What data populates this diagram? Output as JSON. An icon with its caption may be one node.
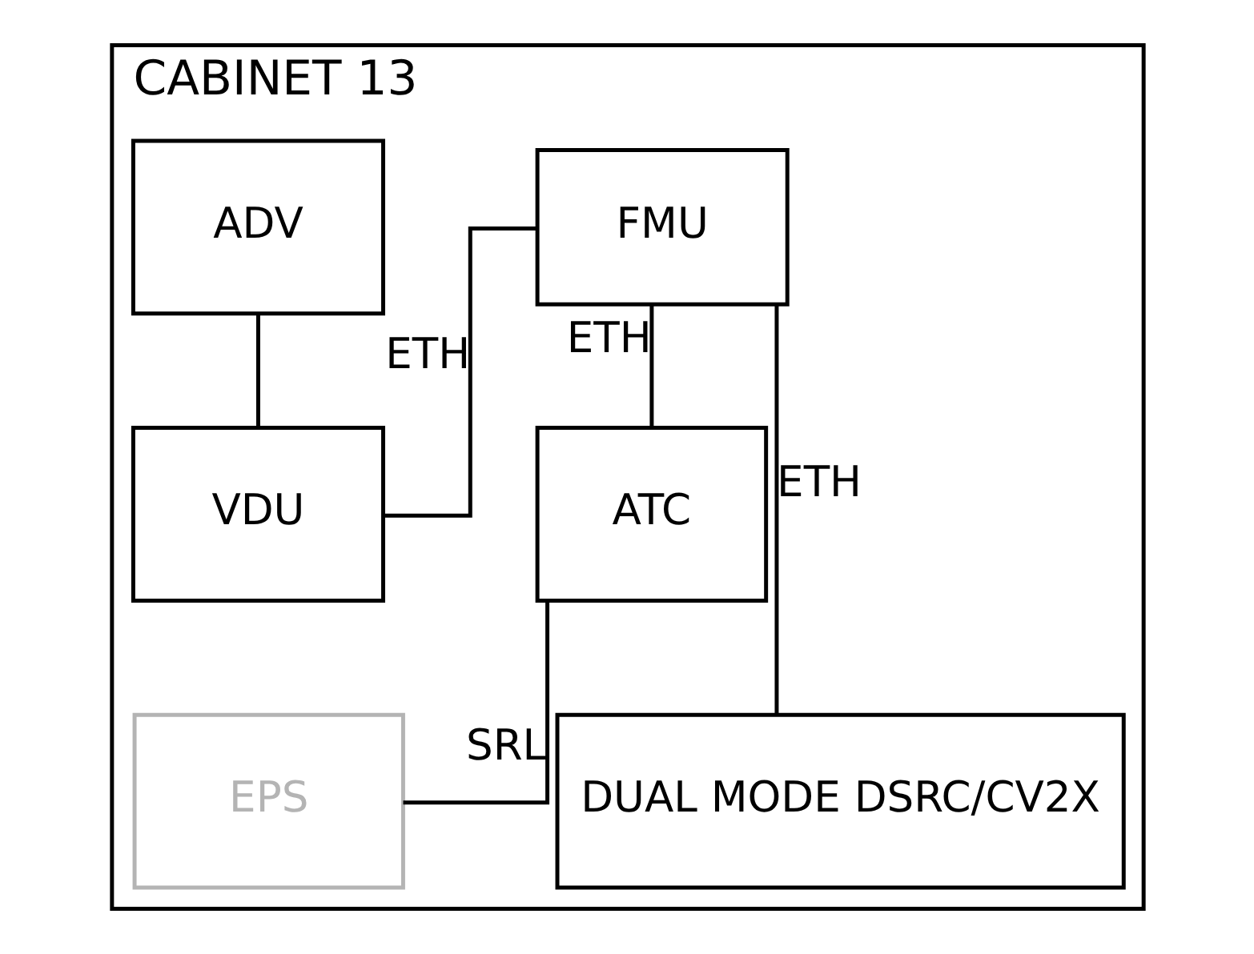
{
  "diagram": {
    "nodes": [
      {
        "text": [
          "CABINET 13"
        ]
      },
      {
        "text": [
          "FMU"
        ],
        "in": 0
      },
      {
        "text": [
          "ADV"
        ],
        "in": 0
      },
      {
        "text": [
          "ATC"
        ],
        "in": 0
      },
      {
        "text": [
          "VDU"
        ],
        "in": 0
      },
      {
        "text": [
          "EPS"
        ],
        "in": 0
      },
      {
        "text": [
          "DUAL MODE DSRC/CV2X"
        ],
        "in": 0
      }
    ],
    "edges": [
      {
        "from": 1,
        "to": 3,
        "arrow": "none",
        "label": "ETH"
      },
      {
        "from": 1,
        "to": 4,
        "arrow": "none",
        "label": "ETH"
      },
      {
        "from": 2,
        "to": 4,
        "arrow": "none"
      },
      {
        "from": 1,
        "to": 6,
        "arrow": "none",
        "label": "ETH"
      },
      {
        "from": 3,
        "to": 5,
        "arrow": "none",
        "label": "SRL"
      }
    ]
  }
}
